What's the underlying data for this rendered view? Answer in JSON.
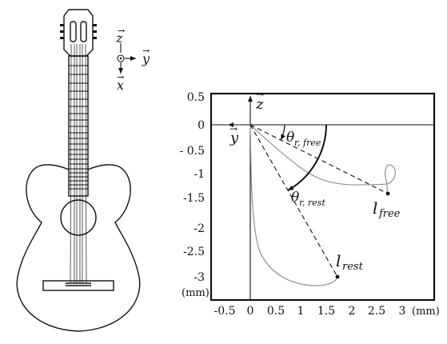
{
  "guitar_axes": {
    "z_label": "z",
    "y_label": "y",
    "x_label": "x"
  },
  "plot": {
    "z_axis_label": "z",
    "y_axis_label": "y",
    "theta_free": "θ",
    "theta_free_sub": "r, free",
    "theta_rest": "θ",
    "theta_rest_sub": "r, rest",
    "l_free": "l",
    "l_free_sub": "free",
    "l_rest": "l",
    "l_rest_sub": "rest",
    "unit_y": "(mm)",
    "unit_x": "(mm)",
    "y_ticks": [
      "0.5",
      "0",
      "- 0.5",
      "-1",
      "-1.5",
      "-2",
      "-2.5",
      "-3"
    ],
    "x_ticks": [
      "-0.5",
      "0",
      "0.5",
      "1",
      "1.5",
      "2",
      "2.5",
      "3"
    ]
  }
}
